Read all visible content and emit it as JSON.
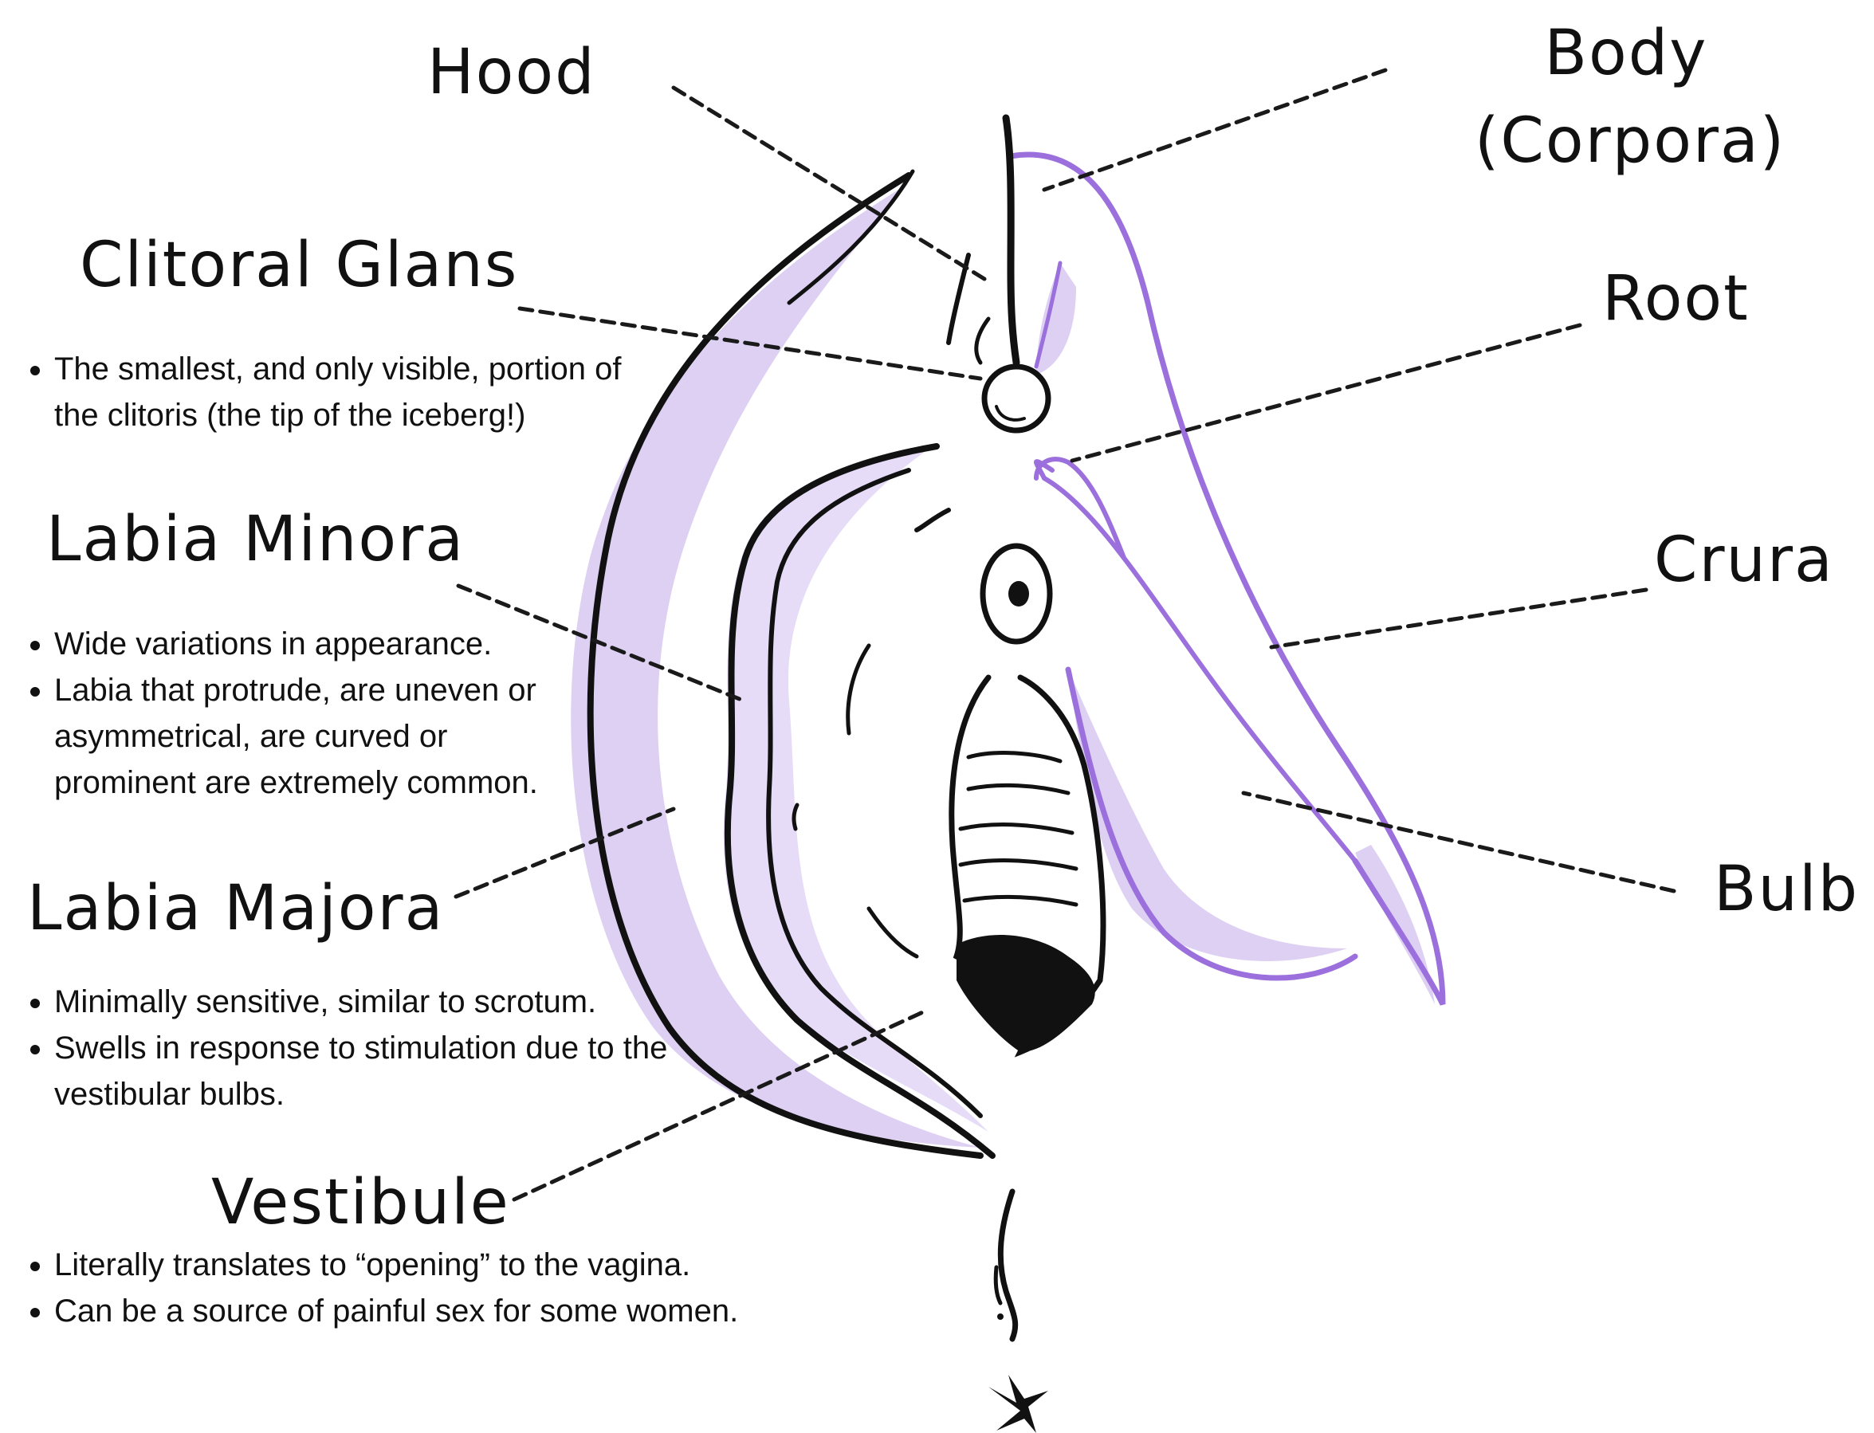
{
  "colors": {
    "outline": "#111111",
    "accent": "#9b6fdc",
    "fill": "#ddd0f3",
    "leader": "#1a1a1a"
  },
  "labels": {
    "hood": "Hood",
    "body": "Body\n(Corpora)",
    "clitoral_glans": "Clitoral Glans",
    "root": "Root",
    "labia_minora": "Labia Minora",
    "crura": "Crura",
    "labia_majora": "Labia Majora",
    "bulb": "Bulb",
    "vestibule": "Vestibule"
  },
  "notes": {
    "clitoral_glans": [
      "The smallest, and only visible, portion of the clitoris (the tip of the iceberg!)"
    ],
    "labia_minora": [
      "Wide variations in appearance.",
      "Labia that protrude, are uneven or asymmetrical, are curved or prominent are extremely common."
    ],
    "labia_majora": [
      "Minimally sensitive, similar to scrotum.",
      "Swells in response to stimulation due to the vestibular bulbs."
    ],
    "vestibule": [
      "Literally translates to “opening” to the vagina.",
      "Can be a source of painful sex for some women."
    ]
  }
}
